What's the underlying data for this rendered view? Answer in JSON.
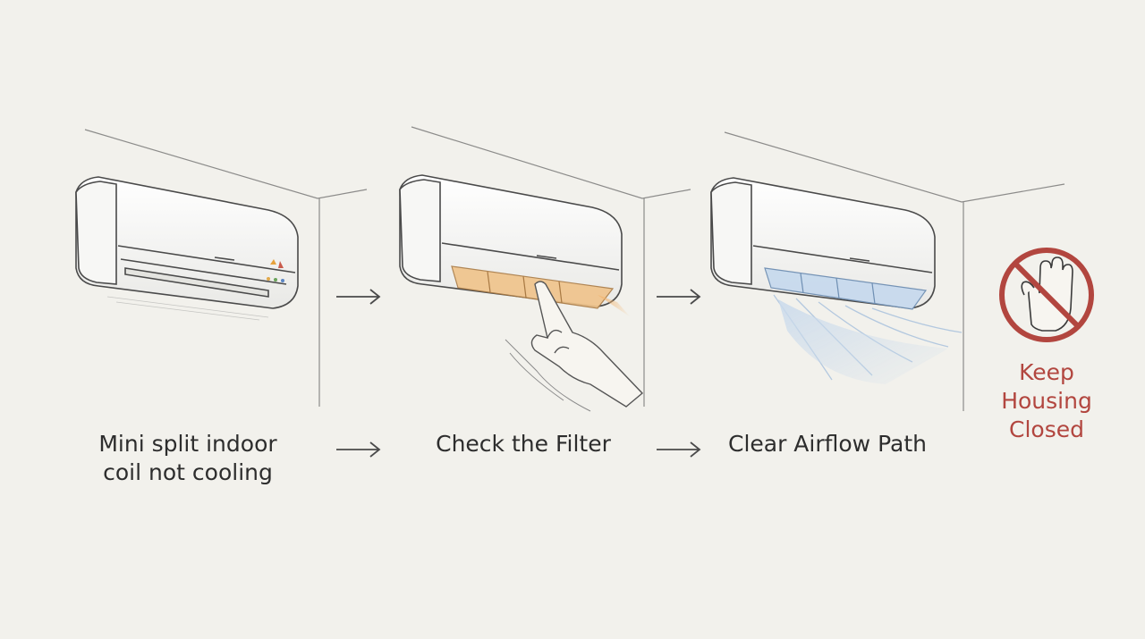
{
  "steps": [
    {
      "label": "Mini split indoor\ncoil not cooling"
    },
    {
      "label": "Check the Filter"
    },
    {
      "label": "Clear Airflow Path"
    }
  ],
  "warning": {
    "label": "Keep\nHousing\nClosed",
    "icon": "no-touch-hand-icon",
    "color": "#b2463f"
  },
  "colors": {
    "background": "#f2f1ec",
    "line": "#4a4a4a",
    "filter": "#f0c38a",
    "airflow": "#b9cfe6",
    "text": "#2d2d2d"
  }
}
